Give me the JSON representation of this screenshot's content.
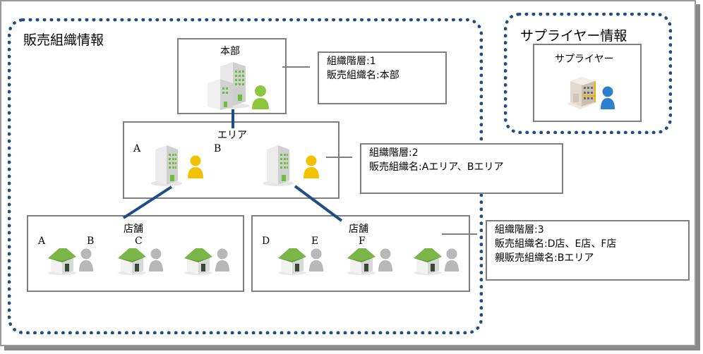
{
  "sales_org_group": {
    "title": "販売組織情報",
    "headquarters": {
      "title": "本部",
      "info": [
        "組織階層:1",
        "販売組織名:本部"
      ]
    },
    "area": {
      "title": "エリア",
      "labels": [
        "A",
        "B"
      ],
      "info": [
        "組織階層:2",
        "販売組織名:Aエリア、Bエリア"
      ]
    },
    "stores_left": {
      "title": "店舗",
      "labels": [
        "A",
        "B",
        "C"
      ]
    },
    "stores_right": {
      "title": "店舗",
      "labels": [
        "D",
        "E",
        "F"
      ],
      "info": [
        "組織階層:3",
        "販売組織名:D店、E店、F店",
        "親販売組織名:Bエリア"
      ]
    }
  },
  "supplier_group": {
    "title": "サプライヤー情報",
    "supplier": {
      "title": "サプライヤー"
    }
  },
  "colors": {
    "group_border": "#1f4e85",
    "connector_line": "#1f4e85",
    "box_border": "#7f7f7f",
    "hq_person": "#8dc63f",
    "area_person": "#f2c200",
    "store_person": "#b8b8b8",
    "supplier_person": "#2d7fd0",
    "store_roof": "#7ab648"
  }
}
